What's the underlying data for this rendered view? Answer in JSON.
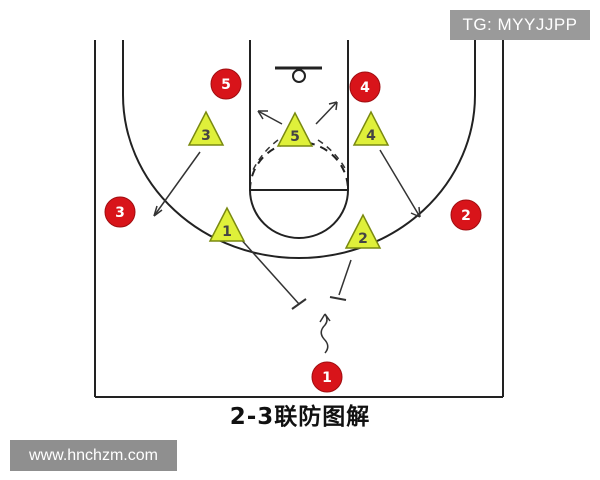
{
  "watermark_top": "TG: MYYJJPP",
  "watermark_bottom": "www.hnchzm.com",
  "caption": "2-3联防图解",
  "colors": {
    "offense_fill": "#d8141a",
    "defense_fill": "#dff03a",
    "court_line": "#222222"
  },
  "offense_players": [
    {
      "label": "5"
    },
    {
      "label": "4"
    },
    {
      "label": "3"
    },
    {
      "label": "2"
    },
    {
      "label": "1"
    }
  ],
  "defense_players": [
    {
      "label": "3"
    },
    {
      "label": "5"
    },
    {
      "label": "4"
    },
    {
      "label": "1"
    },
    {
      "label": "2"
    }
  ]
}
